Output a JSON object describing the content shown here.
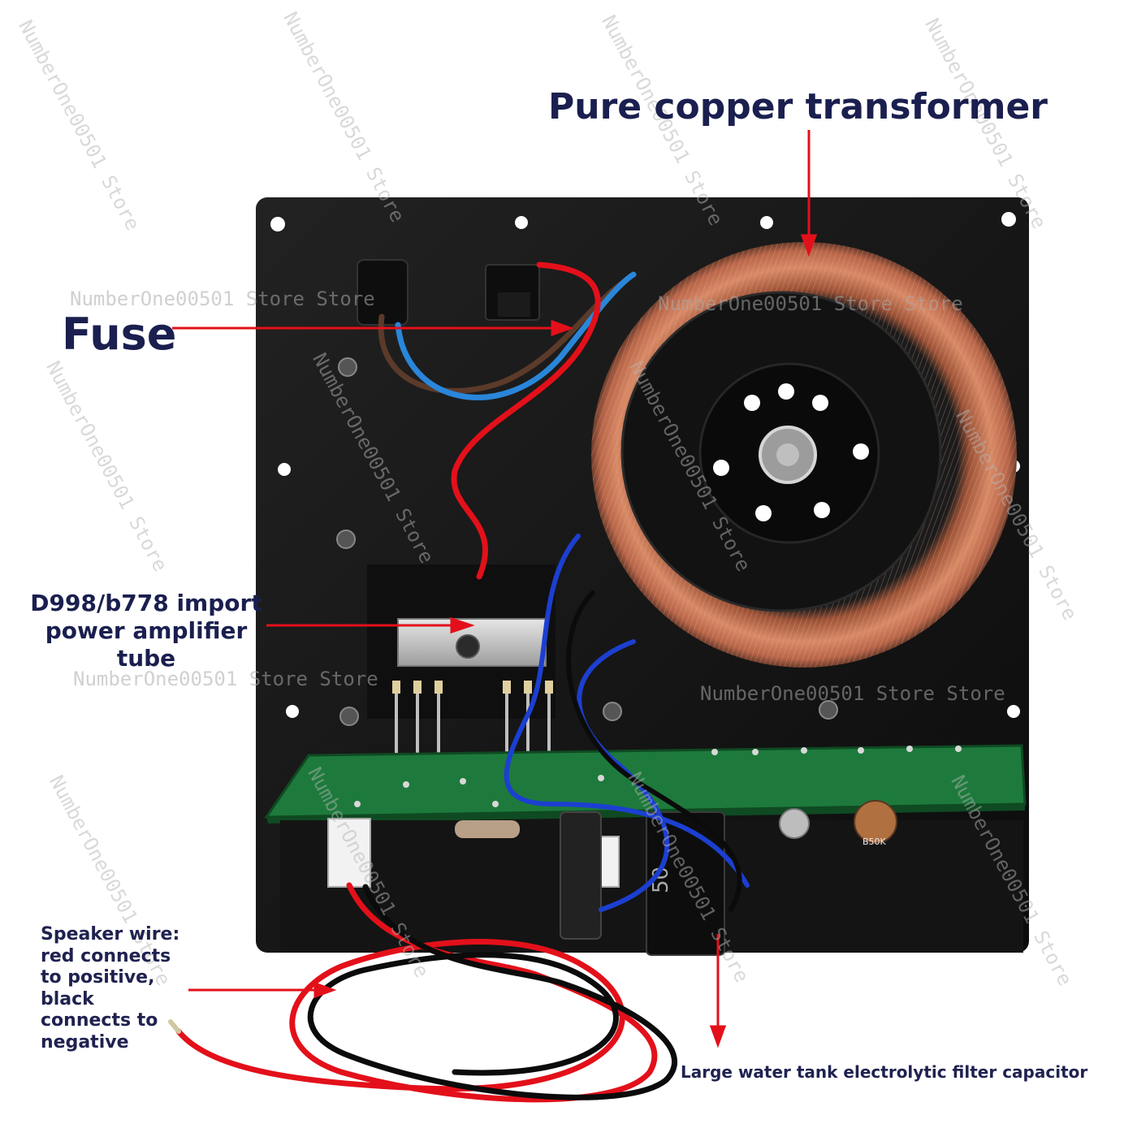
{
  "labels": {
    "transformer": "Pure copper transformer",
    "fuse": "Fuse",
    "tube_line1": "D998/b778 import",
    "tube_line2": "power amplifier",
    "tube_line3": "tube",
    "speaker_line1": "Speaker wire:",
    "speaker_line2": "red connects",
    "speaker_line3": "to positive,",
    "speaker_line4": "black",
    "speaker_line5": "connects to",
    "speaker_line6": "negative",
    "capacitor": "Large water tank electrolytic filter capacitor"
  },
  "watermark": {
    "text_a": "NumberOne00501 Store Store",
    "text_b": "NumberOne00501 Store"
  },
  "components": {
    "potentiometer_marking": "B50K",
    "capacitor_marking": "50"
  },
  "colors": {
    "label_text": "#1a1f4f",
    "arrow": "#e3101a",
    "plate": "#141414",
    "pcb": "#1d7a3c",
    "copper": "#c8704c"
  }
}
